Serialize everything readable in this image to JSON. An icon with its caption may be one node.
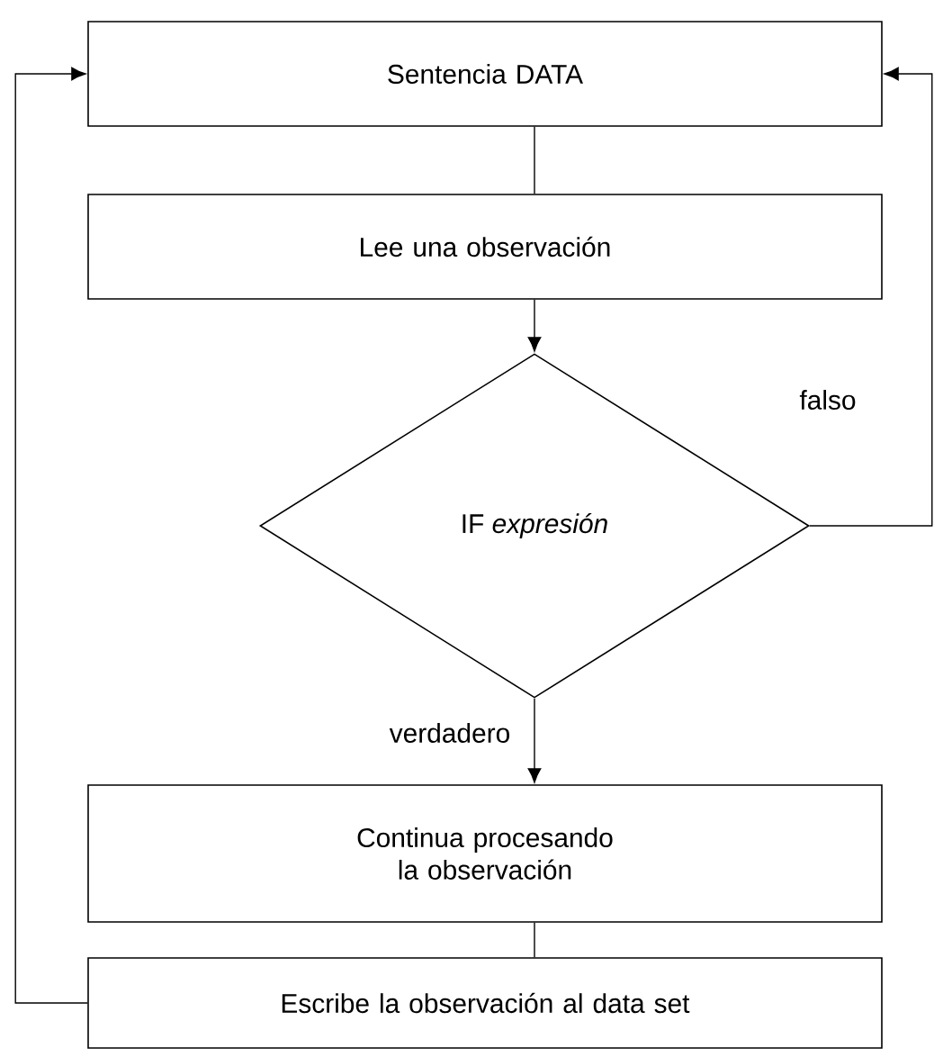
{
  "diagram": {
    "nodes": [
      {
        "text": [
          "Sentencia DATA"
        ]
      },
      {
        "text": [
          "Lee una observación"
        ]
      },
      {
        "text": [
          "IF *expresión*"
        ]
      },
      {
        "text": [
          "Continua procesando la observación"
        ]
      },
      {
        "text": [
          "Escribe la observación al data set"
        ]
      }
    ],
    "edges": [
      {
        "from": 0,
        "to": 1,
        "arrow": "none"
      },
      {
        "from": 1,
        "to": 2,
        "arrow": "to"
      },
      {
        "from": 2,
        "to": 3,
        "arrow": "to",
        "label": "verdadero"
      },
      {
        "from": 2,
        "to": 0,
        "arrow": "to",
        "label": "falso"
      },
      {
        "from": 3,
        "to": 4,
        "arrow": "none"
      },
      {
        "from": 4,
        "to": 0,
        "arrow": "to"
      }
    ]
  }
}
